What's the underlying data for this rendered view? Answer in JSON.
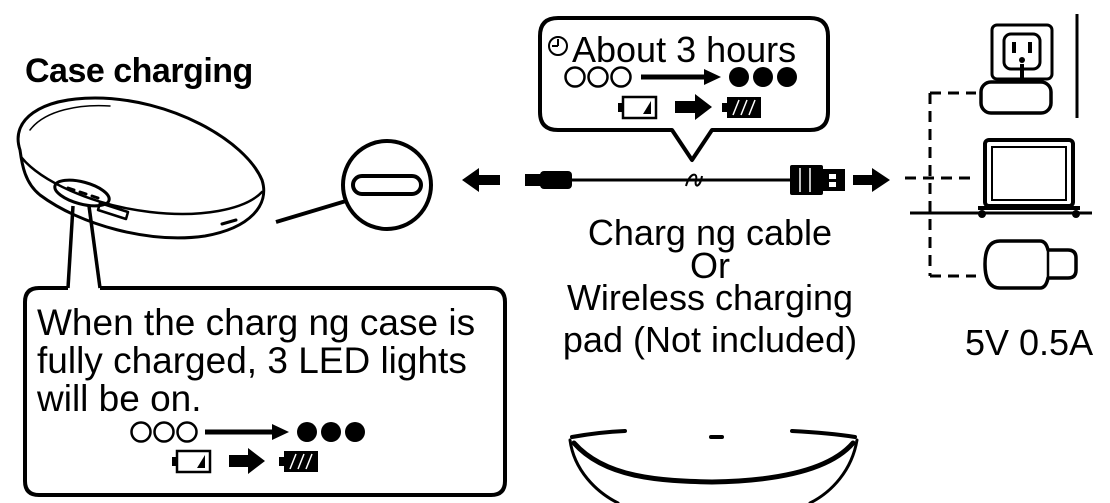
{
  "colors": {
    "ink": "#000000",
    "background": "#ffffff"
  },
  "title": "Case charging",
  "case": {
    "icon": "charging-case-icon",
    "port_icon": "usb-c-port-icon"
  },
  "charge_time_callout": {
    "label": "About 3 hours",
    "icon": "clock-icon",
    "led_icons": [
      "led-off-icon",
      "led-on-icon"
    ],
    "battery_icons": [
      "battery-empty-icon",
      "battery-full-icon"
    ]
  },
  "cable": {
    "label": "Charg ng cable",
    "connector_icons": [
      "usb-c-plug-icon",
      "usb-a-plug-icon"
    ]
  },
  "alternative": {
    "or_label": "Or",
    "wireless_line1": "Wireless charging",
    "wireless_line2": "pad (Not included)",
    "icon": "wireless-pad-icon"
  },
  "power_sources": {
    "spec": "5V 0.5A",
    "devices": [
      "wall-adapter-icon",
      "laptop-icon",
      "car-charger-icon"
    ]
  },
  "full_charge_note": {
    "lines": [
      "When the charg ng case is",
      "fully charged, 3 LED lights",
      "will be on."
    ],
    "led_icons": [
      "led-off-icon",
      "led-on-icon"
    ],
    "battery_icons": [
      "battery-empty-icon",
      "battery-full-icon"
    ]
  }
}
